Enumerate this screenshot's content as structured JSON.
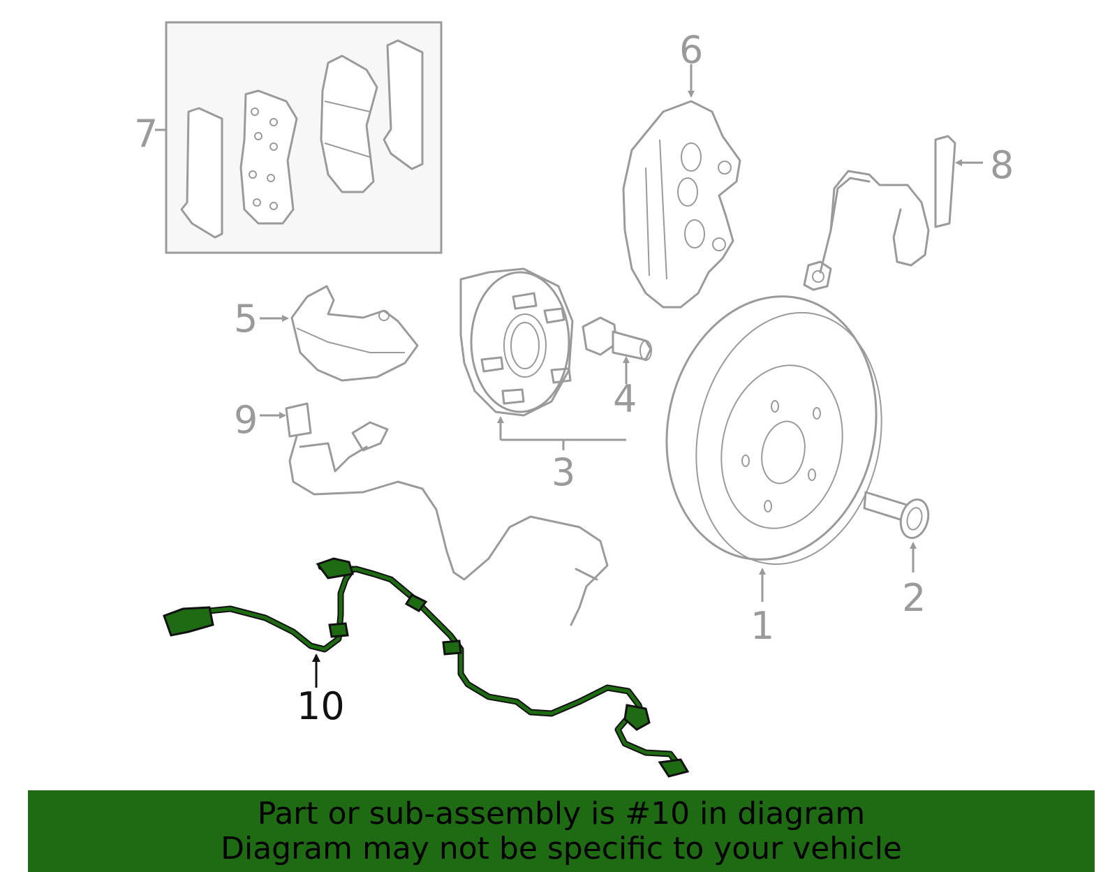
{
  "callouts": {
    "c1": "1",
    "c2": "2",
    "c3": "3",
    "c4": "4",
    "c5": "5",
    "c6": "6",
    "c7": "7",
    "c8": "8",
    "c9": "9",
    "c10": "10"
  },
  "banner": {
    "line1": "Part or sub-assembly is #10 in diagram",
    "line2": "Diagram may not be specific to your vehicle"
  },
  "colors": {
    "highlight": "#1e6b14",
    "banner_bg": "#1e6b14",
    "parts": "#9a9a9a"
  }
}
